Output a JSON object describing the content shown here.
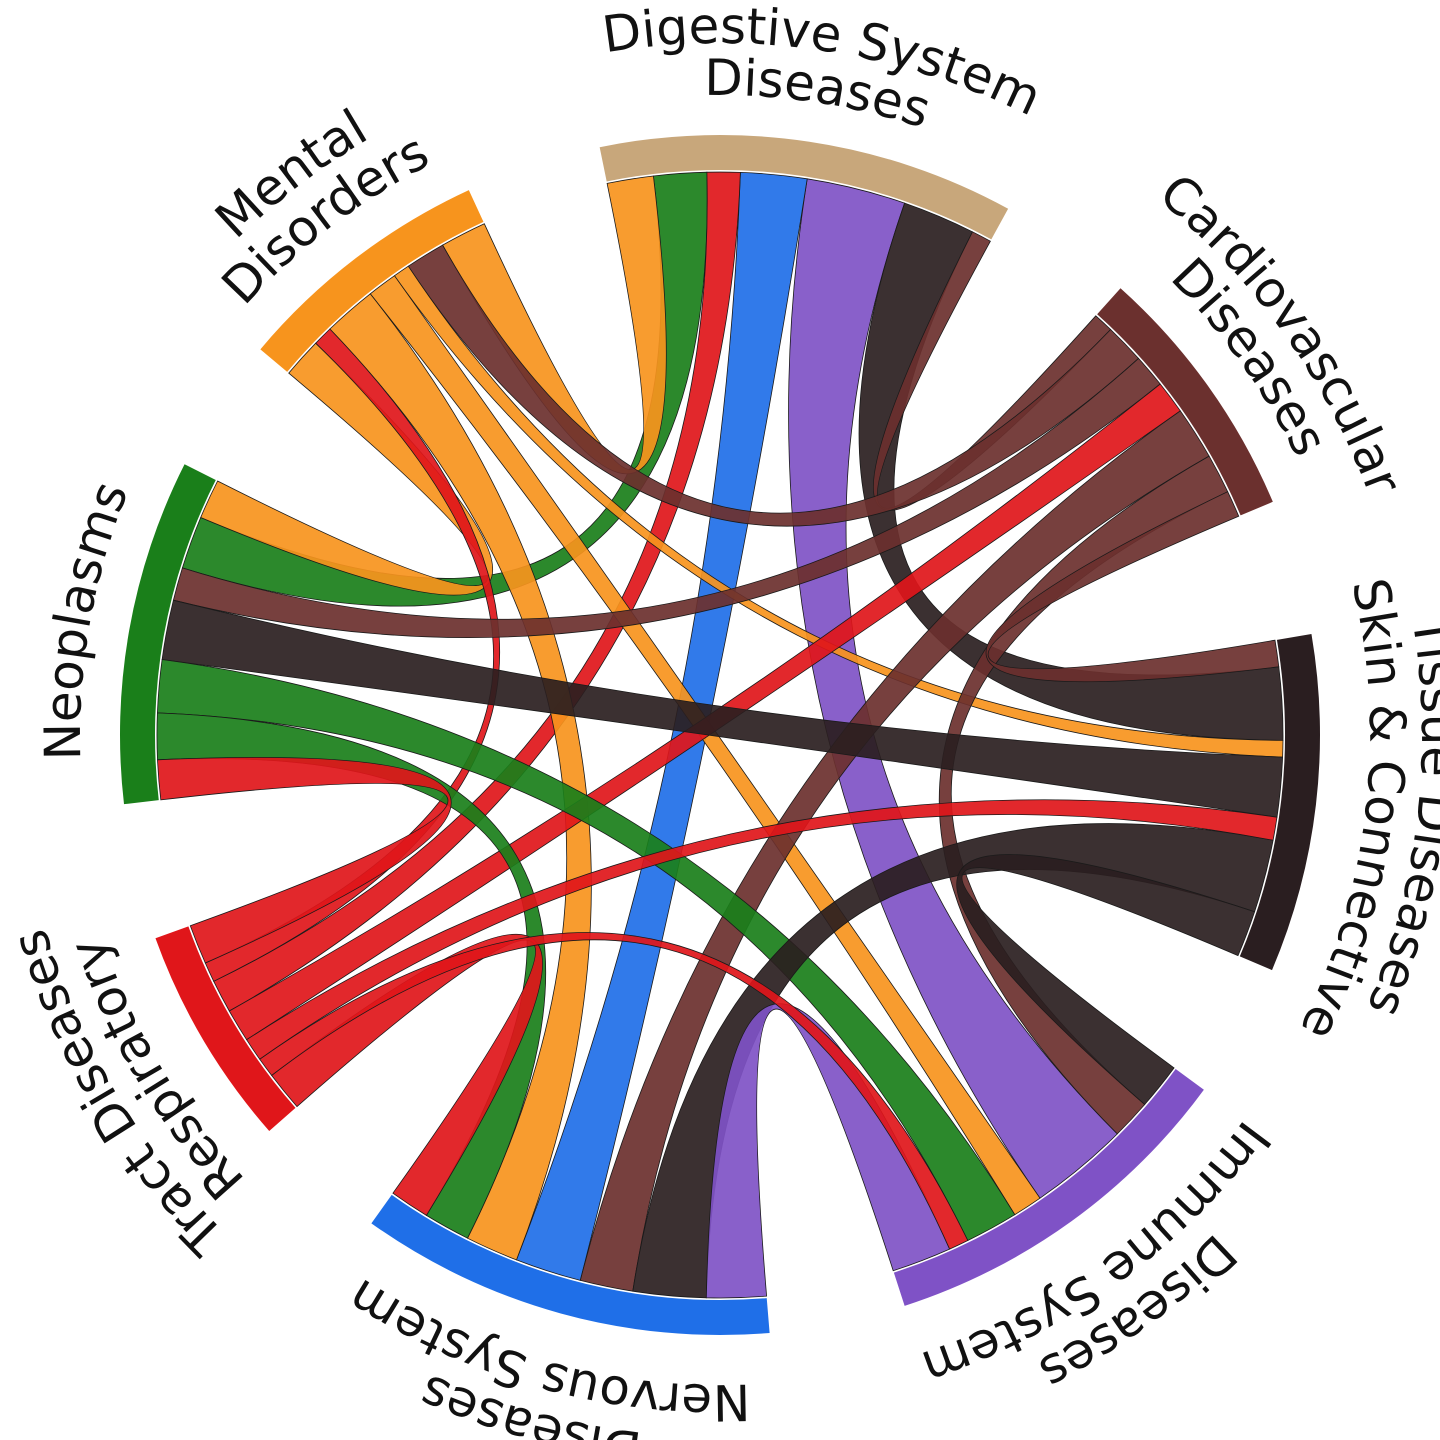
{
  "groups": [
    {
      "id": "mental",
      "label_lines": [
        "Mental",
        "Disorders"
      ],
      "color": "#F7941D"
    },
    {
      "id": "digestive",
      "label_lines": [
        "Digestive System",
        "Diseases"
      ],
      "color": "#C8A77B"
    },
    {
      "id": "cardio",
      "label_lines": [
        "Cardiovascular",
        "Diseases"
      ],
      "color": "#6B302E"
    },
    {
      "id": "skin",
      "label_lines": [
        "Skin & Connective",
        "Tissue Diseases"
      ],
      "color": "#2A1E20"
    },
    {
      "id": "immune",
      "label_lines": [
        "Immune System",
        "Diseases"
      ],
      "color": "#7F52C6"
    },
    {
      "id": "nervous",
      "label_lines": [
        "Nervous System",
        "Diseases"
      ],
      "color": "#1F6FE8"
    },
    {
      "id": "respiratory",
      "label_lines": [
        "Respiratory",
        "Tract Diseases"
      ],
      "color": "#E0161A"
    },
    {
      "id": "neoplasms",
      "label_lines": [
        "Neoplasms"
      ],
      "color": "#1A7F1A"
    }
  ],
  "links": [
    {
      "a": "digestive",
      "b": "immune",
      "w": 3.0
    },
    {
      "a": "digestive",
      "b": "skin",
      "w": 2.2
    },
    {
      "a": "digestive",
      "b": "nervous",
      "w": 2.0
    },
    {
      "a": "digestive",
      "b": "neoplasms",
      "w": 1.6
    },
    {
      "a": "digestive",
      "b": "mental",
      "w": 1.4
    },
    {
      "a": "digestive",
      "b": "respiratory",
      "w": 1.0
    },
    {
      "a": "digestive",
      "b": "cardio",
      "w": 0.6
    },
    {
      "a": "mental",
      "b": "nervous",
      "w": 1.6
    },
    {
      "a": "mental",
      "b": "cardio",
      "w": 1.2
    },
    {
      "a": "mental",
      "b": "neoplasms",
      "w": 1.2
    },
    {
      "a": "mental",
      "b": "immune",
      "w": 0.9
    },
    {
      "a": "mental",
      "b": "respiratory",
      "w": 0.6
    },
    {
      "a": "mental",
      "b": "skin",
      "w": 0.5
    },
    {
      "a": "cardio",
      "b": "nervous",
      "w": 1.6
    },
    {
      "a": "cardio",
      "b": "immune",
      "w": 1.2
    },
    {
      "a": "cardio",
      "b": "neoplasms",
      "w": 1.0
    },
    {
      "a": "cardio",
      "b": "respiratory",
      "w": 1.0
    },
    {
      "a": "cardio",
      "b": "skin",
      "w": 0.8
    },
    {
      "a": "neoplasms",
      "b": "skin",
      "w": 1.8
    },
    {
      "a": "neoplasms",
      "b": "immune",
      "w": 1.6
    },
    {
      "a": "neoplasms",
      "b": "nervous",
      "w": 1.4
    },
    {
      "a": "neoplasms",
      "b": "respiratory",
      "w": 1.2
    },
    {
      "a": "nervous",
      "b": "skin",
      "w": 2.2
    },
    {
      "a": "nervous",
      "b": "immune",
      "w": 1.8
    },
    {
      "a": "nervous",
      "b": "respiratory",
      "w": 1.2
    },
    {
      "a": "immune",
      "b": "skin",
      "w": 1.4
    },
    {
      "a": "immune",
      "b": "respiratory",
      "w": 0.6
    },
    {
      "a": "skin",
      "b": "respiratory",
      "w": 0.7
    }
  ]
}
